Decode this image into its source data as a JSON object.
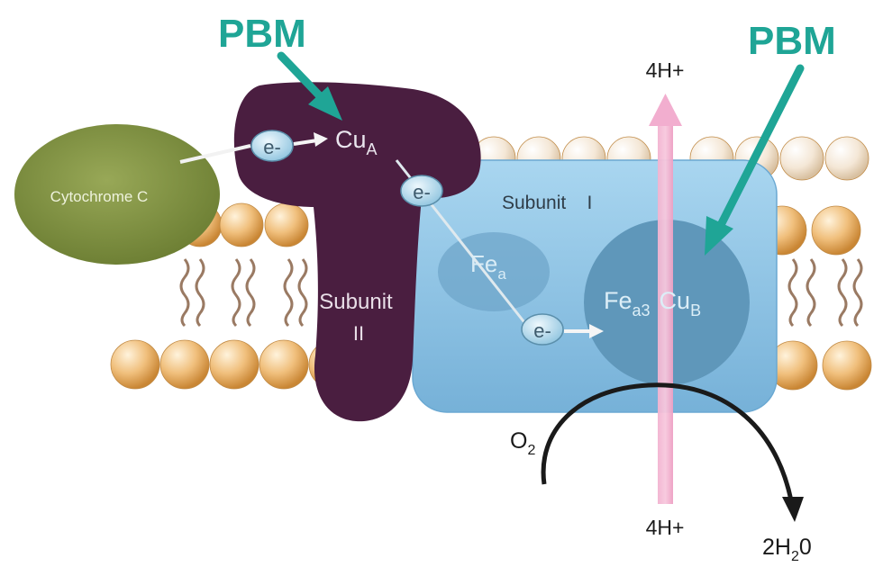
{
  "labels": {
    "pbm_left": "PBM",
    "pbm_right": "PBM",
    "cytochrome": "Cytochrome C",
    "electron": "e-",
    "cu_a": {
      "base": "Cu",
      "sub": "A"
    },
    "subunit_ii": {
      "line1": "Subunit",
      "line2": "II"
    },
    "subunit_i": "Subunit    I",
    "fe_a": {
      "base": "Fe",
      "sub": "a"
    },
    "fe_a3": {
      "base": "Fe",
      "sub": "a3"
    },
    "cu_b": {
      "base": "Cu",
      "sub": "B"
    },
    "proton_top": "4H+",
    "proton_bottom": "4H+",
    "o2": {
      "base": "O",
      "sub": "2"
    },
    "water": {
      "pre": "2H",
      "sub": "2",
      "post": "0"
    }
  },
  "colors": {
    "pbm_teal": "#1fa596",
    "cytochrome_green": "#7d8f3e",
    "subunit_ii_purple": "#4a1e40",
    "subunit_i_blue": "#8ec5e6",
    "heme_circle": "#5f97ba",
    "electron_fill": "#b9dff0",
    "proton_pink": "#f2a6c8",
    "lipid_head": "#e8a85c",
    "lipid_tail": "#9a7a63",
    "reaction_arrow": "#1a1a1a"
  },
  "icons": {
    "electron": "electron-token-icon",
    "pbm_arrow": "teal-arrow-icon",
    "proton_arrow": "pink-arrow-icon",
    "reaction_arrow": "curved-arrow-icon",
    "lipid": "phospholipid-icon"
  }
}
